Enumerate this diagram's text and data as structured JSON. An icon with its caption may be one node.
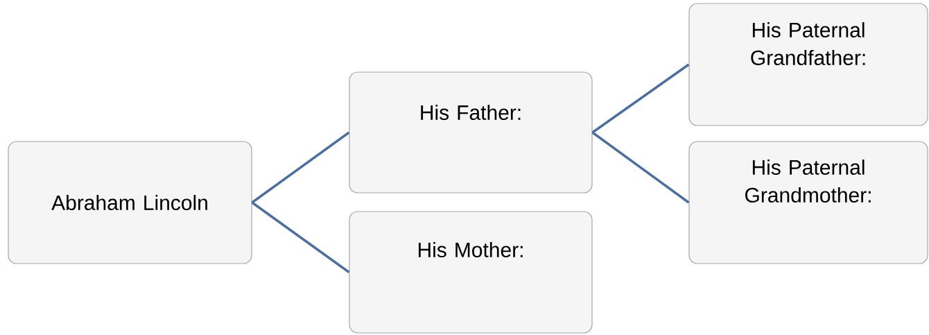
{
  "diagram": {
    "nodes": [
      {
        "text": [
          "Abraham Lincoln"
        ]
      },
      {
        "text": [
          "His Father:"
        ]
      },
      {
        "text": [
          "His Mother:"
        ]
      },
      {
        "text": [
          "His Paternal Grandfather:"
        ]
      },
      {
        "text": [
          "His Paternal Grandmother:"
        ]
      }
    ],
    "edges": [
      {
        "from": 0,
        "to": 1,
        "arrow": "none"
      },
      {
        "from": 0,
        "to": 2,
        "arrow": "none"
      },
      {
        "from": 1,
        "to": 3,
        "arrow": "none"
      },
      {
        "from": 1,
        "to": 4,
        "arrow": "none"
      }
    ]
  }
}
